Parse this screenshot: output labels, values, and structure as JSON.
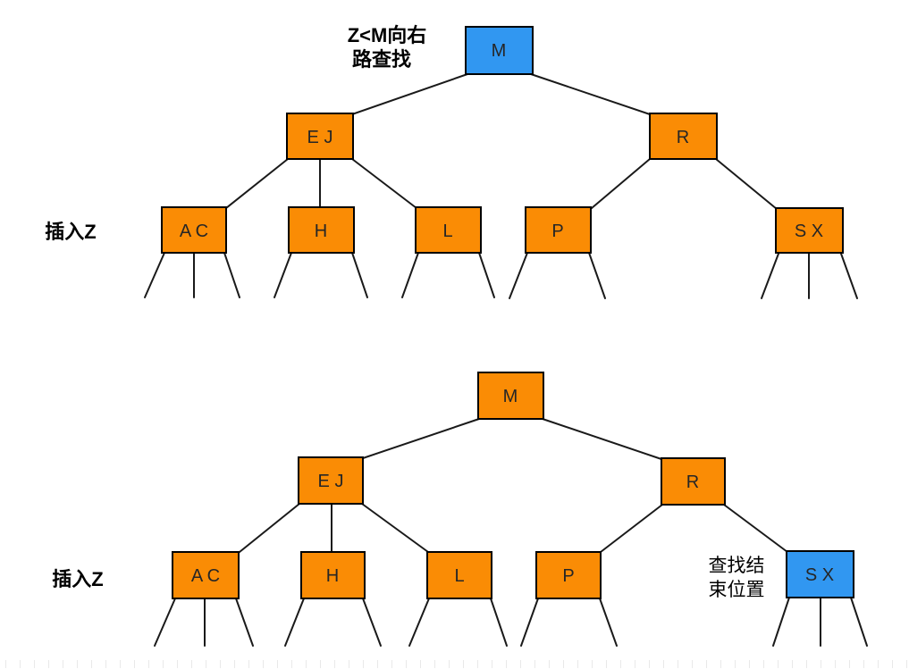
{
  "colors": {
    "node_orange": "#FA8C05",
    "node_blue": "#3197F1",
    "node_border": "#000000",
    "edge": "#1A1A1A",
    "node_text": "#262626",
    "annotation_text": "#000000"
  },
  "tree1": {
    "annotation": {
      "line1": "Z<M向右",
      "line2": "路查找"
    },
    "insert_label": "插入Z",
    "nodes": {
      "root": "M",
      "left": "E J",
      "right": "R",
      "leaf1": "A C",
      "leaf2": "H",
      "leaf3": "L",
      "leaf4": "P",
      "leaf5": "S X"
    }
  },
  "tree2": {
    "insert_label": "插入Z",
    "end_annotation": {
      "line1": "查找结",
      "line2": "束位置"
    },
    "nodes": {
      "root": "M",
      "left": "E J",
      "right": "R",
      "leaf1": "A C",
      "leaf2": "H",
      "leaf3": "L",
      "leaf4": "P",
      "leaf5": "S X"
    }
  }
}
